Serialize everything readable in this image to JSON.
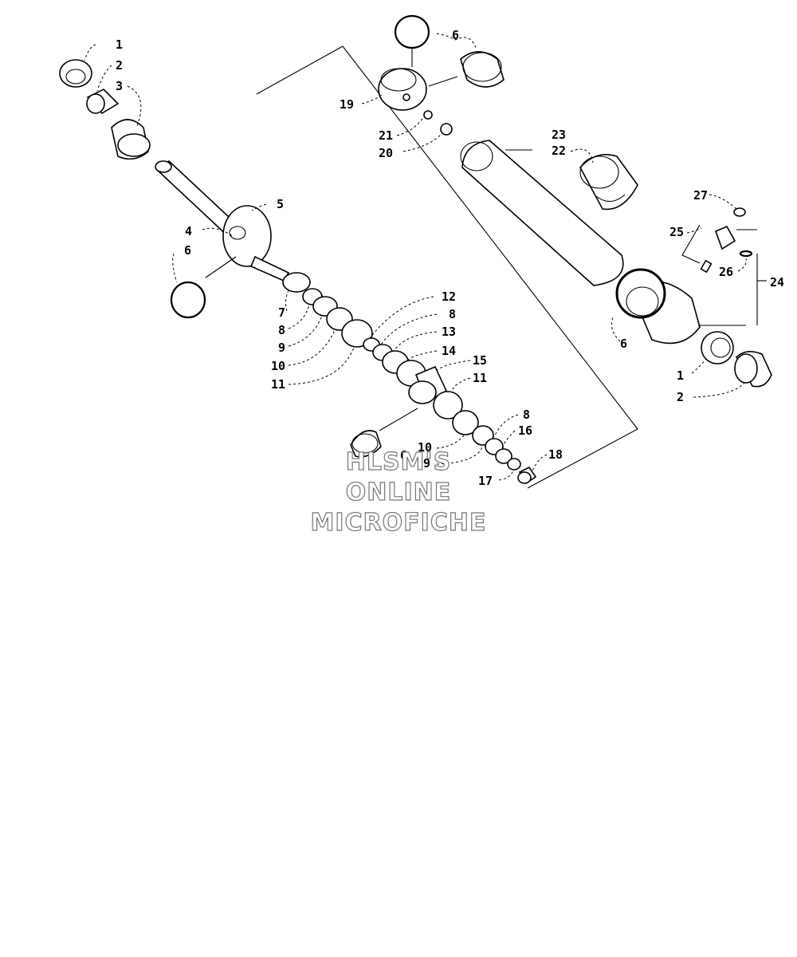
{
  "watermark": {
    "line1": "HLSM'S",
    "line2": "ONLINE",
    "line3": "MICROFICHE"
  },
  "callouts": {
    "c1": "1",
    "c2": "2",
    "c3": "3",
    "c4": "4",
    "c5": "5",
    "c6": "6",
    "c7": "7",
    "c8": "8",
    "c9": "9",
    "c10": "10",
    "c11": "11",
    "c12": "12",
    "c13": "13",
    "c14": "14",
    "c15": "15",
    "c16": "16",
    "c17": "17",
    "c18": "18",
    "c19": "19",
    "c20": "20",
    "c21": "21",
    "c22": "22",
    "c23": "23",
    "c24": "24",
    "c25": "25",
    "c26": "26",
    "c27": "27"
  }
}
